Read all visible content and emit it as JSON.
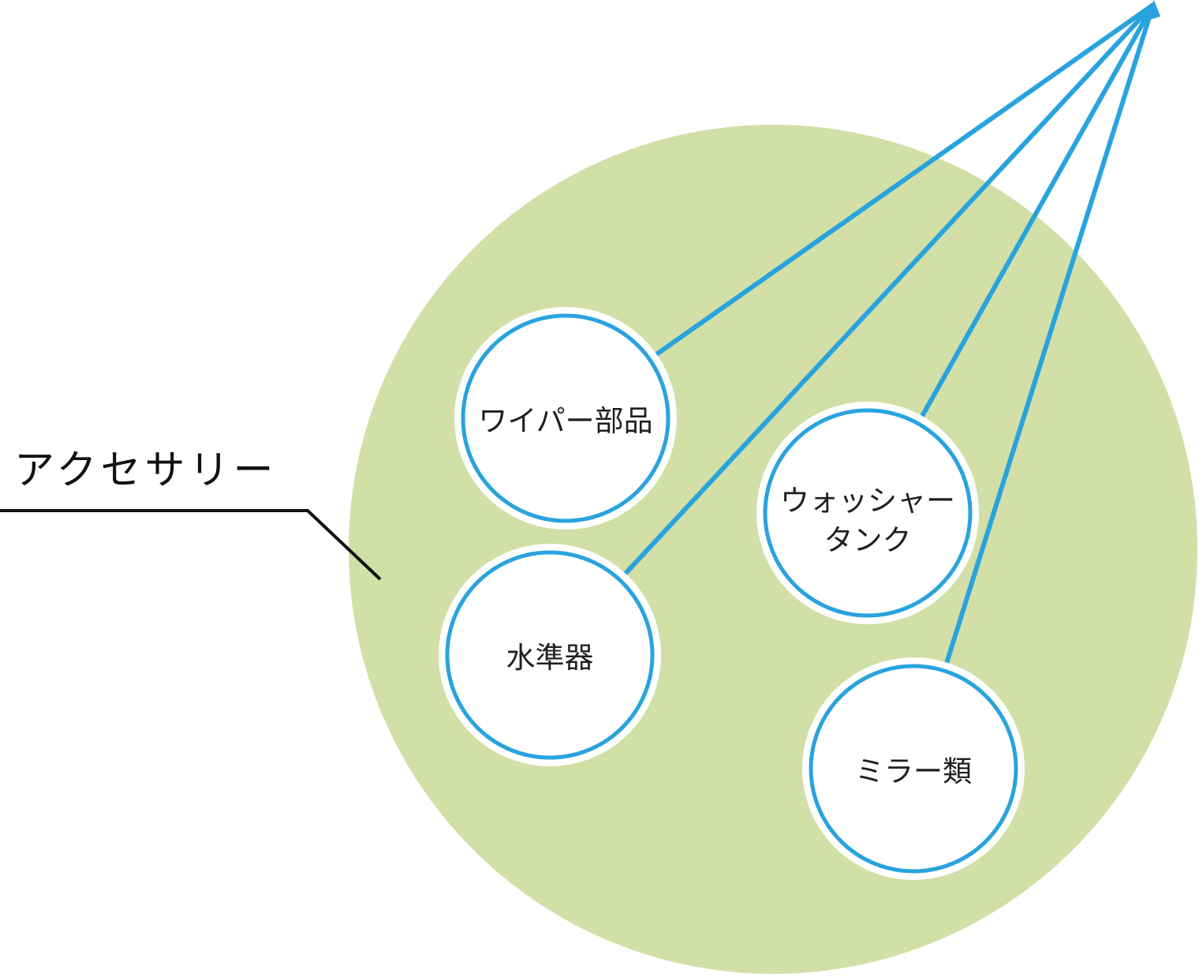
{
  "diagram": {
    "category_label": "アクセサリー",
    "nodes": [
      {
        "name": "wiper-parts",
        "label": "ワイパー部品"
      },
      {
        "name": "level-gauge",
        "label": "水準器"
      },
      {
        "name": "washer-tank",
        "label_line1": "ウォッシャー",
        "label_line2": "タンク"
      },
      {
        "name": "mirrors",
        "label": "ミラー類"
      }
    ]
  },
  "colors": {
    "bubble_green": "#d2dfa6",
    "accent_blue": "#29a3de",
    "line_black": "#111111",
    "node_fill": "#ffffff",
    "text_black": "#1f1f1f"
  }
}
